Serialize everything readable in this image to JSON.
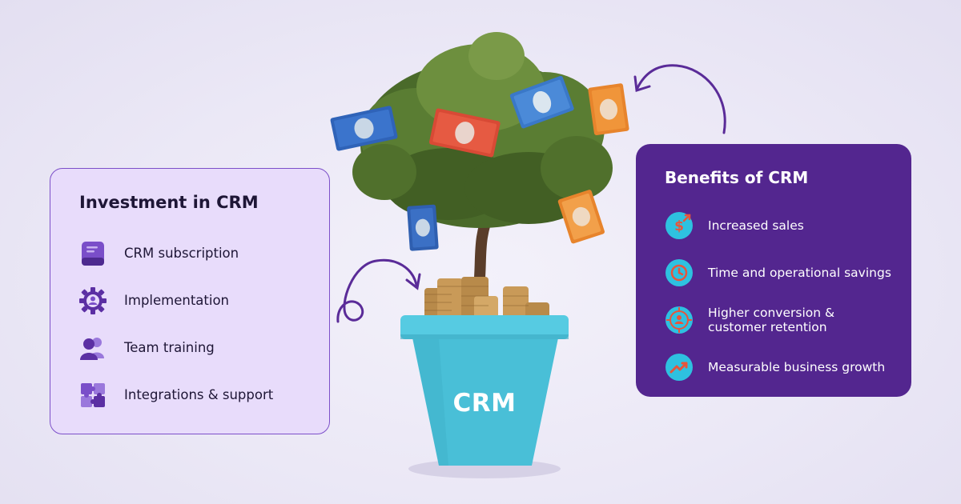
{
  "investment": {
    "title": "Investment in CRM",
    "items": [
      {
        "label": "CRM subscription",
        "icon": "document-icon"
      },
      {
        "label": "Implementation",
        "icon": "gear-user-icon"
      },
      {
        "label": "Team training",
        "icon": "users-icon"
      },
      {
        "label": "Integrations & support",
        "icon": "puzzle-icon"
      }
    ]
  },
  "benefits": {
    "title": "Benefits of CRM",
    "items": [
      {
        "label": "Increased sales",
        "icon": "dollar-growth-icon"
      },
      {
        "label": "Time and operational savings",
        "icon": "clock-icon"
      },
      {
        "label": "Higher conversion & customer retention",
        "icon": "target-user-icon"
      },
      {
        "label": "Measurable business growth",
        "icon": "trend-up-icon"
      }
    ]
  },
  "pot": {
    "label": "CRM"
  },
  "colors": {
    "accent_purple": "#53268f",
    "card_left_bg": "#e8dcfb",
    "pot_blue": "#4cc3da",
    "icon_cyan": "#2ec1e0"
  }
}
